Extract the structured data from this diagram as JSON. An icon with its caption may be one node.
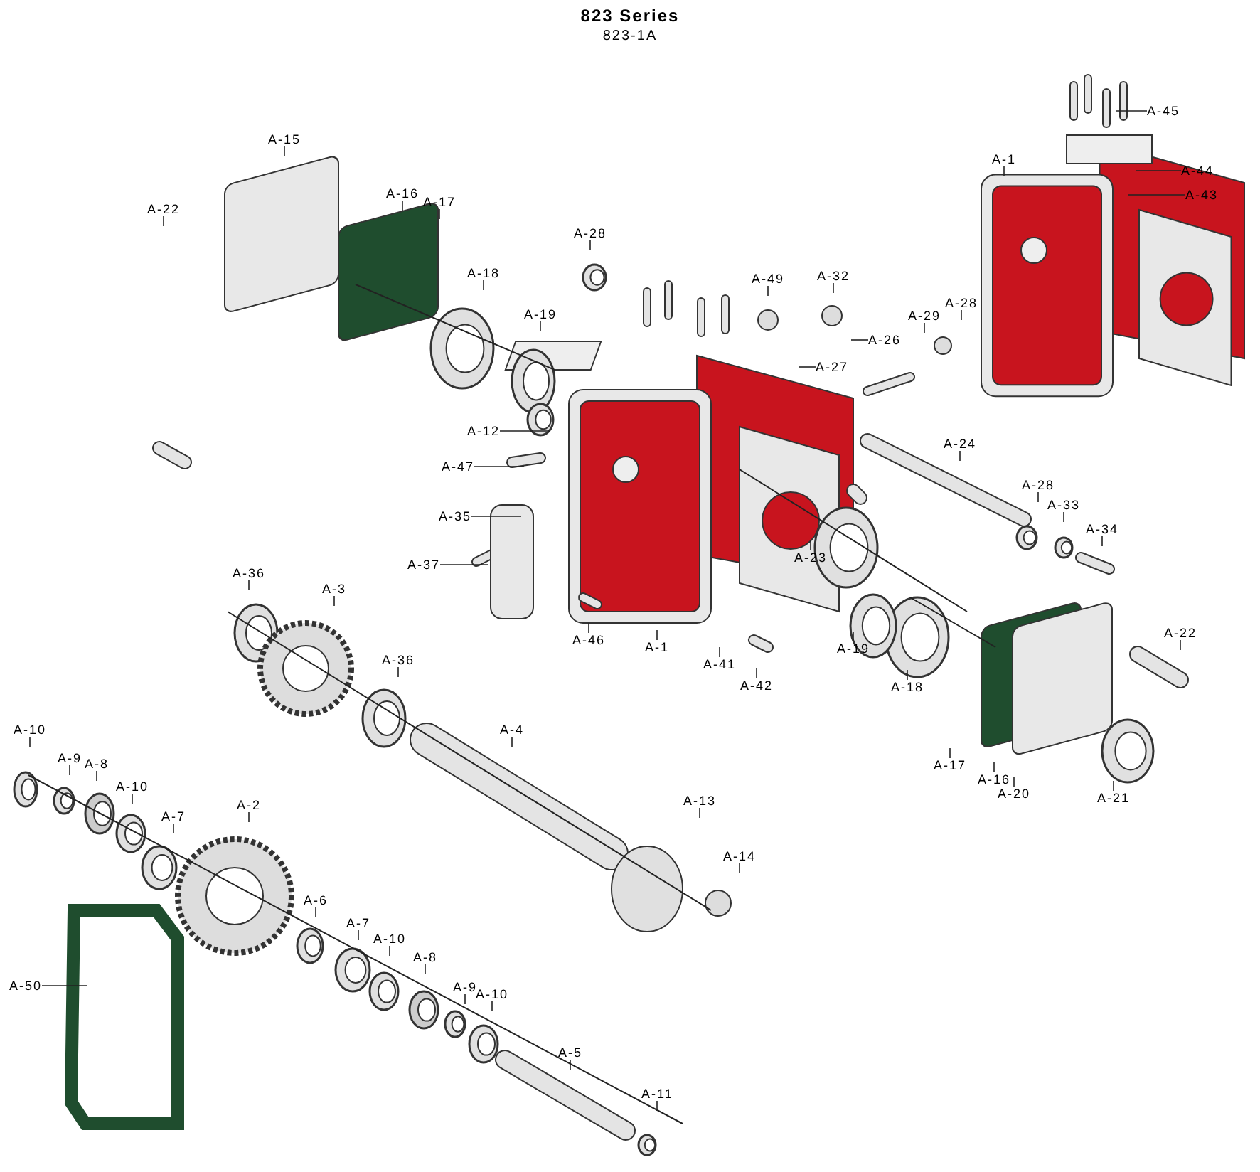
{
  "diagram": {
    "title": "823 Series",
    "caption": "823-1A",
    "nodes": [
      {
        "text": [
          "A-15"
        ]
      },
      {
        "text": [
          "A-22"
        ]
      },
      {
        "text": [
          "A-16"
        ]
      },
      {
        "text": [
          "A-17"
        ]
      },
      {
        "text": [
          "A-18"
        ]
      },
      {
        "text": [
          "A-19"
        ]
      },
      {
        "text": [
          "A-28"
        ]
      },
      {
        "text": [
          "A-49"
        ]
      },
      {
        "text": [
          "A-32"
        ]
      },
      {
        "text": [
          "A-26"
        ]
      },
      {
        "text": [
          "A-27"
        ]
      },
      {
        "text": [
          "A-29"
        ]
      },
      {
        "text": [
          "A-28"
        ]
      },
      {
        "text": [
          "A-12"
        ]
      },
      {
        "text": [
          "A-47"
        ]
      },
      {
        "text": [
          "A-35"
        ]
      },
      {
        "text": [
          "A-37"
        ]
      },
      {
        "text": [
          "A-36"
        ]
      },
      {
        "text": [
          "A-3"
        ]
      },
      {
        "text": [
          "A-46"
        ]
      },
      {
        "text": [
          "A-1"
        ]
      },
      {
        "text": [
          "A-41"
        ]
      },
      {
        "text": [
          "A-42"
        ]
      },
      {
        "text": [
          "A-23"
        ]
      },
      {
        "text": [
          "A-19"
        ]
      },
      {
        "text": [
          "A-18"
        ]
      },
      {
        "text": [
          "A-24"
        ]
      },
      {
        "text": [
          "A-28"
        ]
      },
      {
        "text": [
          "A-33"
        ]
      },
      {
        "text": [
          "A-34"
        ]
      },
      {
        "text": [
          "A-22"
        ]
      },
      {
        "text": [
          "A-17"
        ]
      },
      {
        "text": [
          "A-16"
        ]
      },
      {
        "text": [
          "A-20"
        ]
      },
      {
        "text": [
          "A-21"
        ]
      },
      {
        "text": [
          "A-36"
        ]
      },
      {
        "text": [
          "A-4"
        ]
      },
      {
        "text": [
          "A-13"
        ]
      },
      {
        "text": [
          "A-14"
        ]
      },
      {
        "text": [
          "A-10"
        ]
      },
      {
        "text": [
          "A-9"
        ]
      },
      {
        "text": [
          "A-8"
        ]
      },
      {
        "text": [
          "A-10"
        ]
      },
      {
        "text": [
          "A-7"
        ]
      },
      {
        "text": [
          "A-2"
        ]
      },
      {
        "text": [
          "A-6"
        ]
      },
      {
        "text": [
          "A-7"
        ]
      },
      {
        "text": [
          "A-10"
        ]
      },
      {
        "text": [
          "A-8"
        ]
      },
      {
        "text": [
          "A-9"
        ]
      },
      {
        "text": [
          "A-10"
        ]
      },
      {
        "text": [
          "A-5"
        ]
      },
      {
        "text": [
          "A-11"
        ]
      },
      {
        "text": [
          "A-50"
        ]
      },
      {
        "text": [
          "A-1"
        ]
      },
      {
        "text": [
          "A-45"
        ]
      },
      {
        "text": [
          "A-44"
        ]
      },
      {
        "text": [
          "A-43"
        ]
      }
    ],
    "edges": [
      {
        "from": 0,
        "to": null,
        "arrow": "none"
      },
      {
        "from": 1,
        "to": null,
        "arrow": "none"
      },
      {
        "from": 2,
        "to": null,
        "arrow": "none"
      },
      {
        "from": 3,
        "to": null,
        "arrow": "none"
      },
      {
        "from": 4,
        "to": null,
        "arrow": "none"
      },
      {
        "from": 5,
        "to": null,
        "arrow": "none"
      },
      {
        "from": 6,
        "to": null,
        "arrow": "none"
      },
      {
        "from": 7,
        "to": null,
        "arrow": "none"
      },
      {
        "from": 8,
        "to": null,
        "arrow": "none"
      },
      {
        "from": 9,
        "to": null,
        "arrow": "none"
      },
      {
        "from": 10,
        "to": null,
        "arrow": "none"
      },
      {
        "from": 11,
        "to": null,
        "arrow": "none"
      },
      {
        "from": 12,
        "to": null,
        "arrow": "none"
      },
      {
        "from": 13,
        "to": null,
        "arrow": "none"
      },
      {
        "from": 14,
        "to": null,
        "arrow": "none"
      },
      {
        "from": 15,
        "to": null,
        "arrow": "none"
      },
      {
        "from": 16,
        "to": null,
        "arrow": "none"
      },
      {
        "from": 17,
        "to": null,
        "arrow": "none"
      },
      {
        "from": 18,
        "to": null,
        "arrow": "none"
      },
      {
        "from": 19,
        "to": null,
        "arrow": "none"
      },
      {
        "from": 20,
        "to": null,
        "arrow": "none"
      },
      {
        "from": 21,
        "to": null,
        "arrow": "none"
      },
      {
        "from": 22,
        "to": null,
        "arrow": "none"
      },
      {
        "from": 23,
        "to": null,
        "arrow": "none"
      },
      {
        "from": 24,
        "to": null,
        "arrow": "none"
      },
      {
        "from": 25,
        "to": null,
        "arrow": "none"
      },
      {
        "from": 26,
        "to": null,
        "arrow": "none"
      },
      {
        "from": 27,
        "to": null,
        "arrow": "none"
      },
      {
        "from": 28,
        "to": null,
        "arrow": "none"
      },
      {
        "from": 29,
        "to": null,
        "arrow": "none"
      },
      {
        "from": 30,
        "to": null,
        "arrow": "none"
      },
      {
        "from": 31,
        "to": null,
        "arrow": "none"
      },
      {
        "from": 32,
        "to": null,
        "arrow": "none"
      },
      {
        "from": 33,
        "to": null,
        "arrow": "none"
      },
      {
        "from": 34,
        "to": null,
        "arrow": "none"
      },
      {
        "from": 35,
        "to": null,
        "arrow": "none"
      },
      {
        "from": 36,
        "to": null,
        "arrow": "none"
      },
      {
        "from": 37,
        "to": null,
        "arrow": "none"
      },
      {
        "from": 38,
        "to": null,
        "arrow": "none"
      },
      {
        "from": 39,
        "to": null,
        "arrow": "none"
      },
      {
        "from": 40,
        "to": null,
        "arrow": "none"
      },
      {
        "from": 41,
        "to": null,
        "arrow": "none"
      },
      {
        "from": 42,
        "to": null,
        "arrow": "none"
      },
      {
        "from": 43,
        "to": null,
        "arrow": "none"
      },
      {
        "from": 44,
        "to": null,
        "arrow": "none"
      },
      {
        "from": 45,
        "to": null,
        "arrow": "none"
      },
      {
        "from": 46,
        "to": null,
        "arrow": "none"
      },
      {
        "from": 47,
        "to": null,
        "arrow": "none"
      },
      {
        "from": 48,
        "to": null,
        "arrow": "none"
      },
      {
        "from": 49,
        "to": null,
        "arrow": "none"
      },
      {
        "from": 50,
        "to": null,
        "arrow": "none"
      },
      {
        "from": 51,
        "to": null,
        "arrow": "none"
      },
      {
        "from": 52,
        "to": null,
        "arrow": "none"
      },
      {
        "from": 53,
        "to": null,
        "arrow": "none"
      },
      {
        "from": 54,
        "to": null,
        "arrow": "none"
      },
      {
        "from": 55,
        "to": null,
        "arrow": "none"
      },
      {
        "from": 56,
        "to": null,
        "arrow": "none"
      },
      {
        "from": 57,
        "to": null,
        "arrow": "none"
      }
    ]
  }
}
